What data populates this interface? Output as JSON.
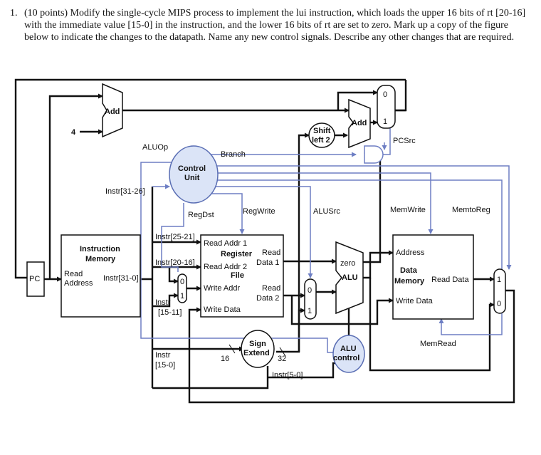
{
  "question": {
    "number": "1.",
    "text": "(10 points) Modify the single-cycle MIPS process to implement the lui instruction, which loads the upper 16 bits of rt [20-16] with the immediate value [15-0] in the instruction, and the lower 16 bits of rt are set to zero. Mark up a copy of the figure below to indicate the changes to the datapath. Name any new control signals. Describe any other changes that are required."
  },
  "colors": {
    "datapath": "#111111",
    "control": "#6e7fc4",
    "ellipse_fill": "#dbe4f7",
    "ellipse_stroke": "#5a6eb4"
  },
  "labels": {
    "pc": "PC",
    "add_top": "Add",
    "four": "4",
    "add_branch": "Add",
    "shift_1": "Shift",
    "shift_2": "left 2",
    "aluop": "ALUOp",
    "branch": "Branch",
    "control_1": "Control",
    "control_2": "Unit",
    "pcsrc": "PCSrc",
    "instr_31_26": "Instr[31-26]",
    "regdst": "RegDst",
    "regwrite": "RegWrite",
    "alusrc": "ALUSrc",
    "memwrite": "MemWrite",
    "memtoreg": "MemtoReg",
    "imem_1": "Instruction",
    "imem_2": "Memory",
    "imem_read": "Read",
    "imem_address": "Address",
    "instr_31_0": "Instr[31-0]",
    "instr_25_21": "Instr[25-21]",
    "instr_20_16": "Instr[20-16]",
    "instr_15_11_a": "Instr",
    "instr_15_11_b": "[15-11]",
    "read_addr_1": "Read Addr 1",
    "register": "Register",
    "read_addr_2": "Read Addr 2",
    "file": "File",
    "write_addr": "Write Addr",
    "write_data_rf": "Write Data",
    "read_data1_a": "Read",
    "read_data1_b": "Data 1",
    "read_data2_a": "Read",
    "read_data2_b": "Data 2",
    "zero": "zero",
    "alu": "ALU",
    "dmem_address": "Address",
    "dmem_1": "Data",
    "dmem_2": "Memory",
    "dmem_read_data": "Read Data",
    "dmem_write_data": "Write Data",
    "memread": "MemRead",
    "sign_1": "Sign",
    "sign_2": "Extend",
    "bits_16": "16",
    "bits_32": "32",
    "instr_15_0_a": "Instr",
    "instr_15_0_b": "[15-0]",
    "instr_5_0": "Instr[5-0]",
    "aluctl_1": "ALU",
    "aluctl_2": "control",
    "mux_0": "0",
    "mux_1": "1"
  }
}
